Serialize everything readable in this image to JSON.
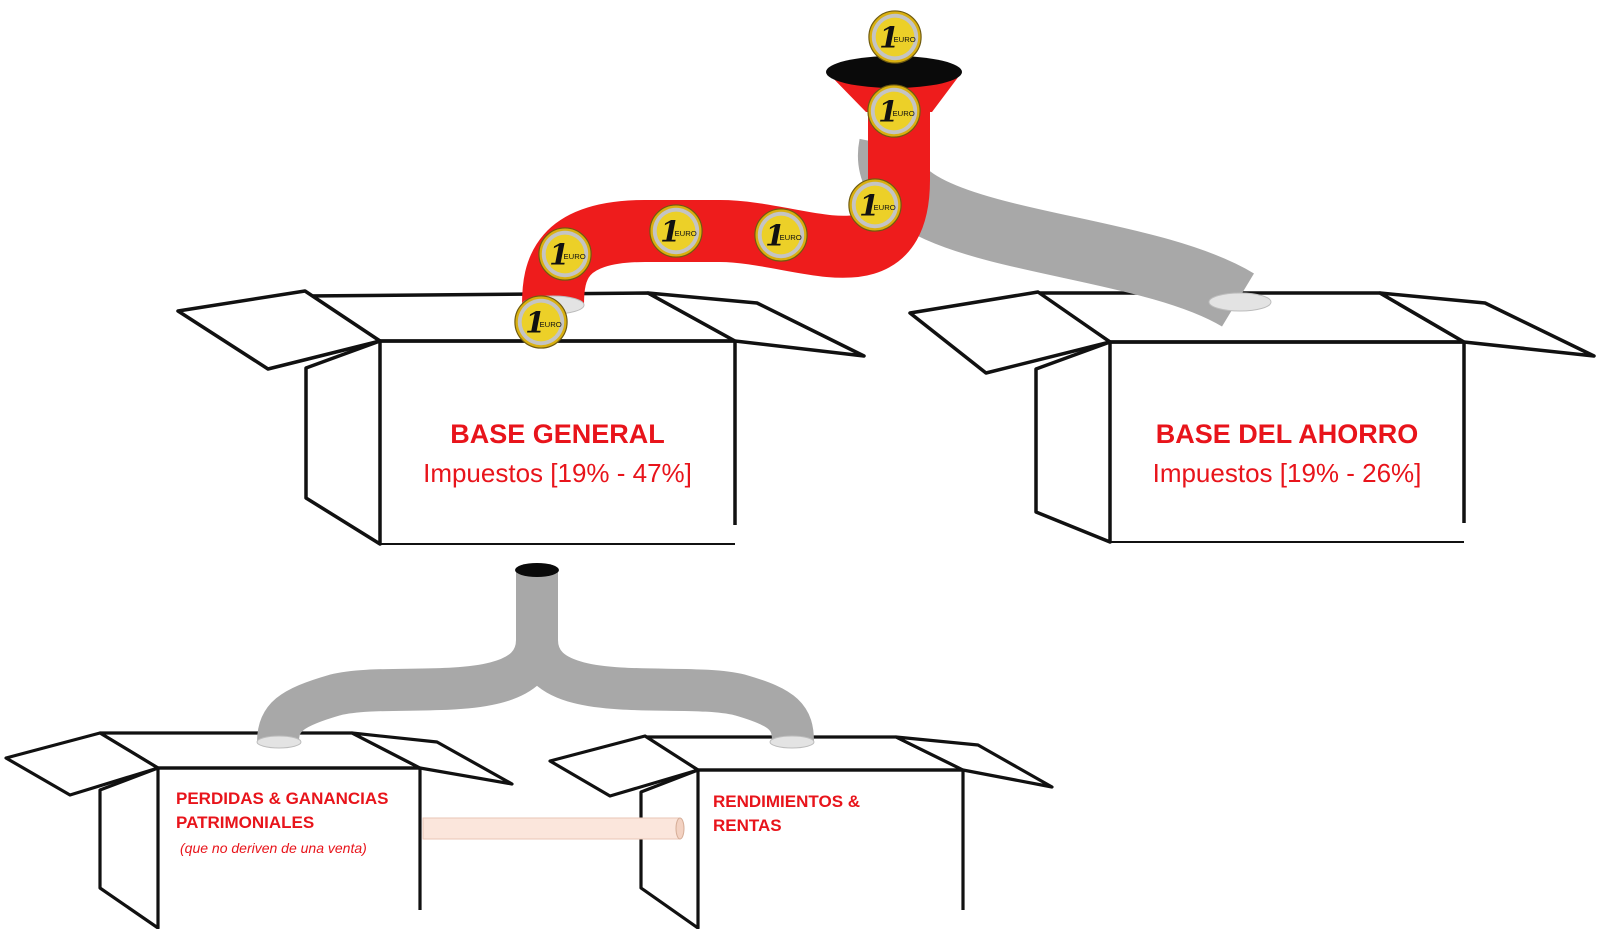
{
  "boxes": {
    "base_general": {
      "title": "BASE GENERAL",
      "subtitle": "Impuestos [19% - 47%]"
    },
    "base_ahorro": {
      "title": "BASE DEL AHORRO",
      "subtitle": "Impuestos [19% - 26%]"
    },
    "perdidas": {
      "line1": "PERDIDAS & GANANCIAS",
      "line2": "PATRIMONIALES",
      "note": "(que no deriven de una venta)"
    },
    "rendimientos": {
      "line1": "RENDIMIENTOS &",
      "line2": "RENTAS"
    }
  },
  "coin": {
    "numeral": "1",
    "currency": "EURO"
  },
  "colors": {
    "accent_red": "#e8141b",
    "pipe_red": "#ee1c1c",
    "pipe_gray": "#a8a8a8",
    "coin_gold": "#e9c81c",
    "coin_silver": "#c8c8c8"
  },
  "icons": [
    "euro-coin-icon",
    "funnel-icon",
    "pipe-icon",
    "open-box-icon"
  ]
}
